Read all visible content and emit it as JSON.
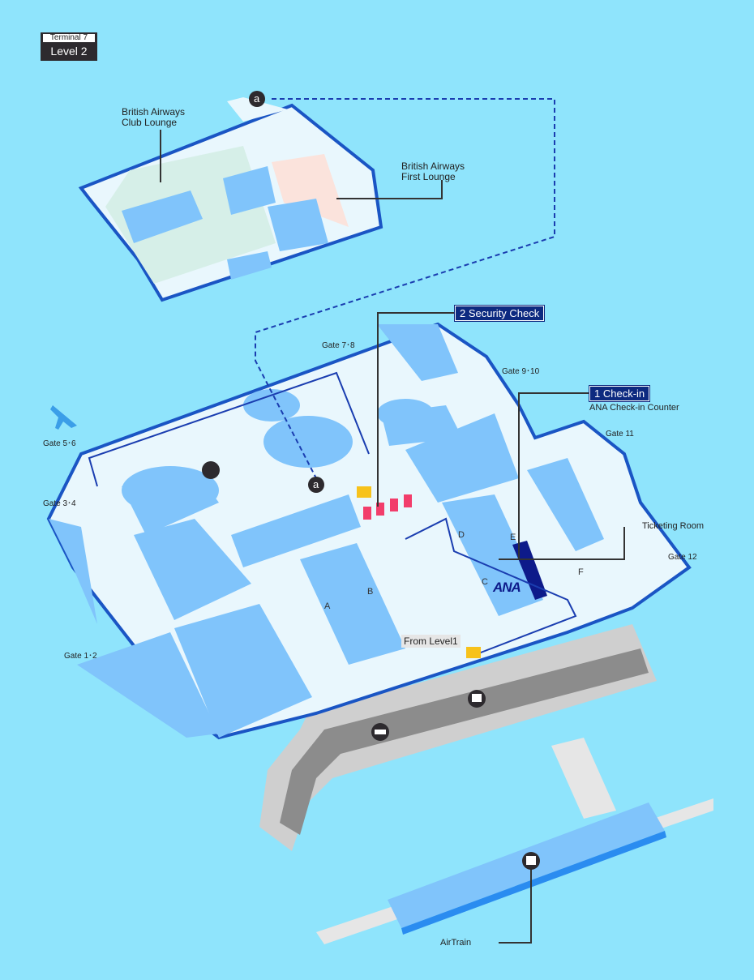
{
  "terminal": {
    "name": "Terminal 7",
    "level": "Level 2"
  },
  "lounges": {
    "club": "British Airways Club Lounge",
    "first": "British Airways First Lounge"
  },
  "callouts": {
    "security": "2 Security Check",
    "checkin": "1 Check-in",
    "checkin_sub": "ANA Check-in Counter",
    "ticketing": "Ticketing Room",
    "airtrain": "AirTrain",
    "from_level1": "From Level1",
    "ana_logo": "ANA"
  },
  "gates": [
    "Gate 1･2",
    "Gate 3･4",
    "Gate 5･6",
    "Gate 7･8",
    "Gate 9･10",
    "Gate 11",
    "Gate 12"
  ],
  "counters": [
    "A",
    "B",
    "C",
    "D",
    "E",
    "F"
  ],
  "marker": "a",
  "colors": {
    "background": "#8fe4fc",
    "floor": "#e9f7fd",
    "block": "#80c4fb",
    "outline": "#1a55c4",
    "ana": "#0d1a8a",
    "security": "#f23d6b"
  }
}
